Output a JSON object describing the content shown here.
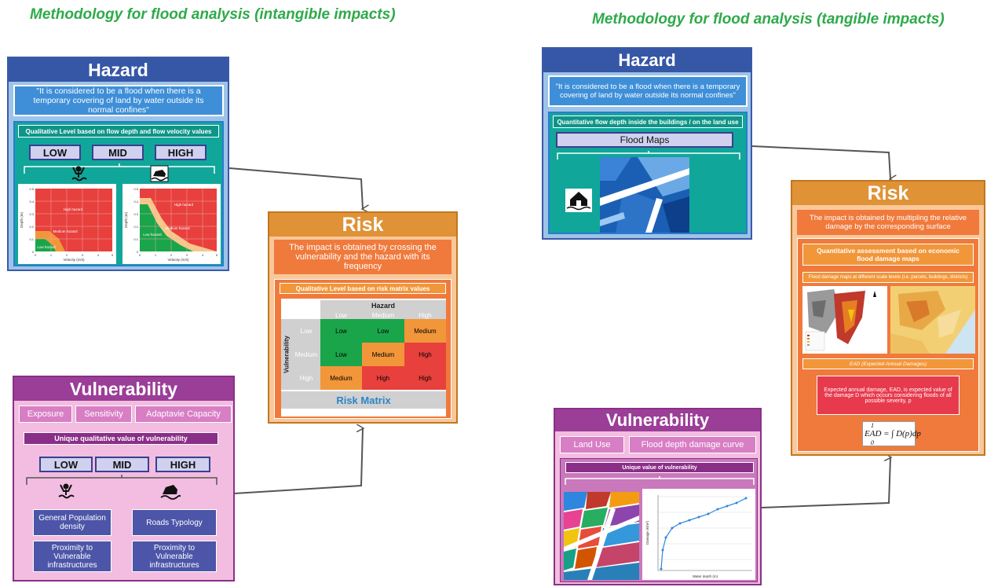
{
  "titles": {
    "intangible": "Methodology for flood analysis (intangible impacts)",
    "tangible": "Methodology for flood analysis (tangible impacts)"
  },
  "left": {
    "hazard": {
      "title": "Hazard",
      "quote": "\"It is considered to be a flood when there is a temporary covering of land by water outside its normal confines\"",
      "qual_label": "Qualitative Level based on flow depth and flow velocity values",
      "levels": [
        "LOW",
        "MID",
        "HIGH"
      ],
      "chart1": {
        "ylabel": "Depth (m)",
        "xlabel": "Velocity (m/s)",
        "high": "High hazard",
        "medium": "Medium hazard",
        "low": "Low hazard",
        "yticks": [
          "0.5",
          "0.4",
          "0.3",
          "0.2",
          "0.1",
          "0"
        ],
        "xticks": [
          "0",
          "1",
          "2",
          "3",
          "4",
          "5"
        ]
      },
      "chart2": {
        "ylabel": "Depth (m)",
        "xlabel": "Velocity (m/s)",
        "high": "High hazard",
        "medium": "Medium hazard",
        "low": "Low hazard",
        "yticks": [
          "0.5",
          "0.4",
          "0.3",
          "0.2",
          "0.1",
          "0"
        ],
        "xticks": [
          "0",
          "1",
          "2",
          "3",
          "4",
          "5"
        ]
      }
    },
    "risk": {
      "title": "Risk",
      "desc": "The impact is obtained by crossing the vulnerability and the hazard with its frequency",
      "qual_label": "Qualitative Level based on risk matrix values",
      "matrix": {
        "hazard_label": "Hazard",
        "vuln_label": "Vulnerability",
        "cols": [
          "Low",
          "Medium",
          "High"
        ],
        "rows": [
          "Low",
          "Medium",
          "High"
        ],
        "cells": [
          [
            "Low",
            "Low",
            "Medium"
          ],
          [
            "Low",
            "Medium",
            "High"
          ],
          [
            "Medium",
            "High",
            "High"
          ]
        ],
        "caption": "Risk Matrix"
      }
    },
    "vulnerability": {
      "title": "Vulnerability",
      "factors": [
        "Exposure",
        "Sensitivity",
        "Adaptavie Capacity"
      ],
      "unique_label": "Unique qualitative value of vulnerability",
      "levels": [
        "LOW",
        "MID",
        "HIGH"
      ],
      "boxes": [
        "General Population density",
        "Roads Typology",
        "Proximity to Vulnerable infrastructures",
        "Proximity to Vulnerable infrastructures"
      ]
    }
  },
  "right": {
    "hazard": {
      "title": "Hazard",
      "quote": "\"It is considered to be a flood when there is a temporary covering of land by water outside its normal confines\"",
      "quant_label": "Quantitative flow depth inside the buildings / on the land use",
      "flood_maps": "Flood Maps"
    },
    "risk": {
      "title": "Risk",
      "desc": "The impact is obtained by multipling the relative damage by the corresponding surface",
      "quant_label": "Quantitative assessment based on economic flood damage maps",
      "damage_maps": "Flood damage maps at different scale levels (i.e. parcels, buildings, districts)",
      "ead_label": "EAD (Expected Annual Damages)",
      "ead_desc": "Expected annual damage, EAD, is expected value of the damage D which occurs considering floods of all possible severity, p",
      "formula": "EAD = ∫ D(p)dp",
      "formula_lower": "0",
      "formula_upper": "1"
    },
    "vulnerability": {
      "title": "Vulnerability",
      "factors": [
        "Land Use",
        "Flood depth damage curve"
      ],
      "unique_label": "Unique value of vulnerability",
      "curve": {
        "ylabel": "Damage (€/m²)",
        "xlabel": "Water depth (m)"
      }
    }
  },
  "colors": {
    "title_green": "#2eaa4a",
    "hazard_blue": "#3657a6",
    "risk_orange": "#e09236",
    "vuln_purple": "#9b3e97",
    "teal": "#11a69a",
    "matrix_green": "#1aa54a",
    "matrix_orange": "#f2963a",
    "matrix_red": "#e8403d"
  }
}
